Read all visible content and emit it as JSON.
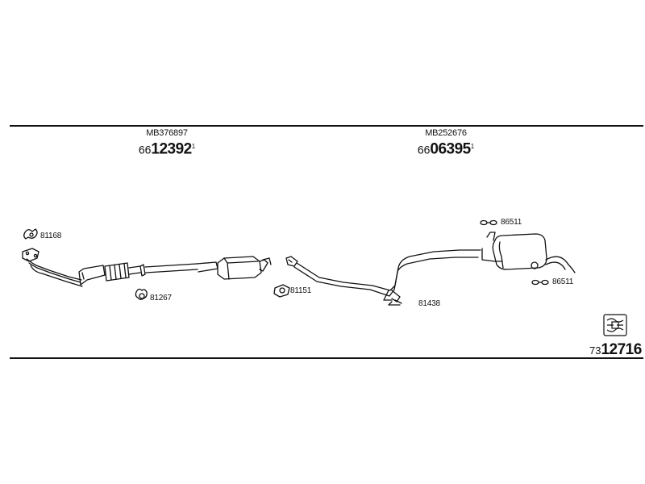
{
  "assemblies": {
    "front": {
      "oe_number": "MB376897",
      "prefix": "66",
      "number": "12392",
      "suffix": "1"
    },
    "rear": {
      "oe_number": "MB252676",
      "prefix": "66",
      "number": "06395",
      "suffix": "1"
    }
  },
  "parts": {
    "p81168": "81168",
    "p81267": "81267",
    "p81151": "81151",
    "p81438": "81438",
    "p86511_top": "86511",
    "p86511_bottom": "86511"
  },
  "diagram": {
    "prefix": "73",
    "number": "12716"
  },
  "colors": {
    "line": "#111111",
    "background": "#ffffff"
  }
}
